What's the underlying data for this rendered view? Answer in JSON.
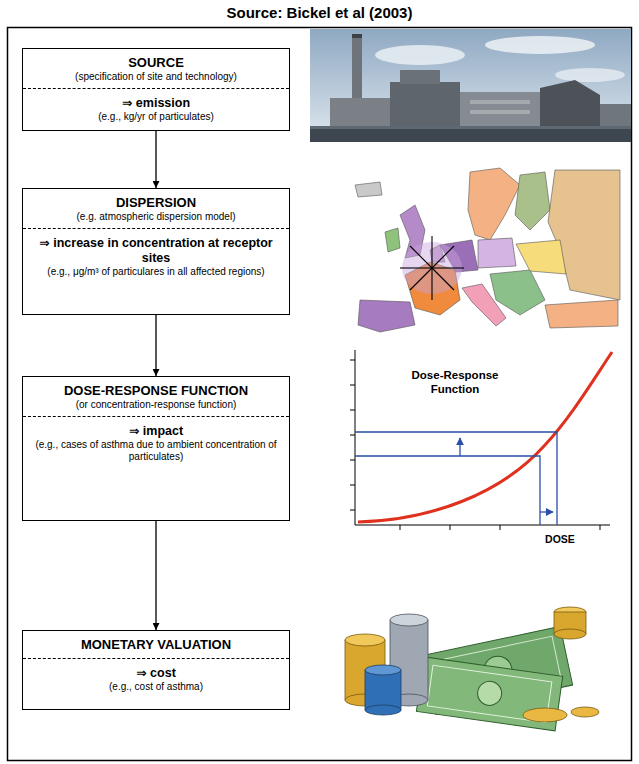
{
  "diagram": {
    "title": "Source: Bickel et al (2003)",
    "nodes": [
      {
        "text": [
          "SOURCE",
          "(specification of site and technology)",
          "⇒ emission",
          "(e.g., kg/yr of particulates)"
        ]
      },
      {
        "text": [
          "DISPERSION",
          "(e.g. atmospheric dispersion model)",
          "⇒ increase in concentration at receptor sites",
          "(e.g., μg/m³ of particulares in all affected regions)"
        ]
      },
      {
        "text": [
          "DOSE-RESPONSE FUNCTION",
          "(or concentration-response function)",
          "⇒ impact",
          "(e.g., cases of asthma due to ambient concentration of particulates)"
        ]
      },
      {
        "text": [
          "MONETARY VALUATION",
          "⇒ cost",
          "(e.g., cost of asthma)"
        ]
      }
    ],
    "edges": [
      {
        "from": 0,
        "to": 1,
        "arrow": "to"
      },
      {
        "from": 1,
        "to": 2,
        "arrow": "to"
      },
      {
        "from": 2,
        "to": 3,
        "arrow": "to"
      }
    ],
    "labels": [
      "Dose-Response Function",
      "DOSE"
    ]
  }
}
